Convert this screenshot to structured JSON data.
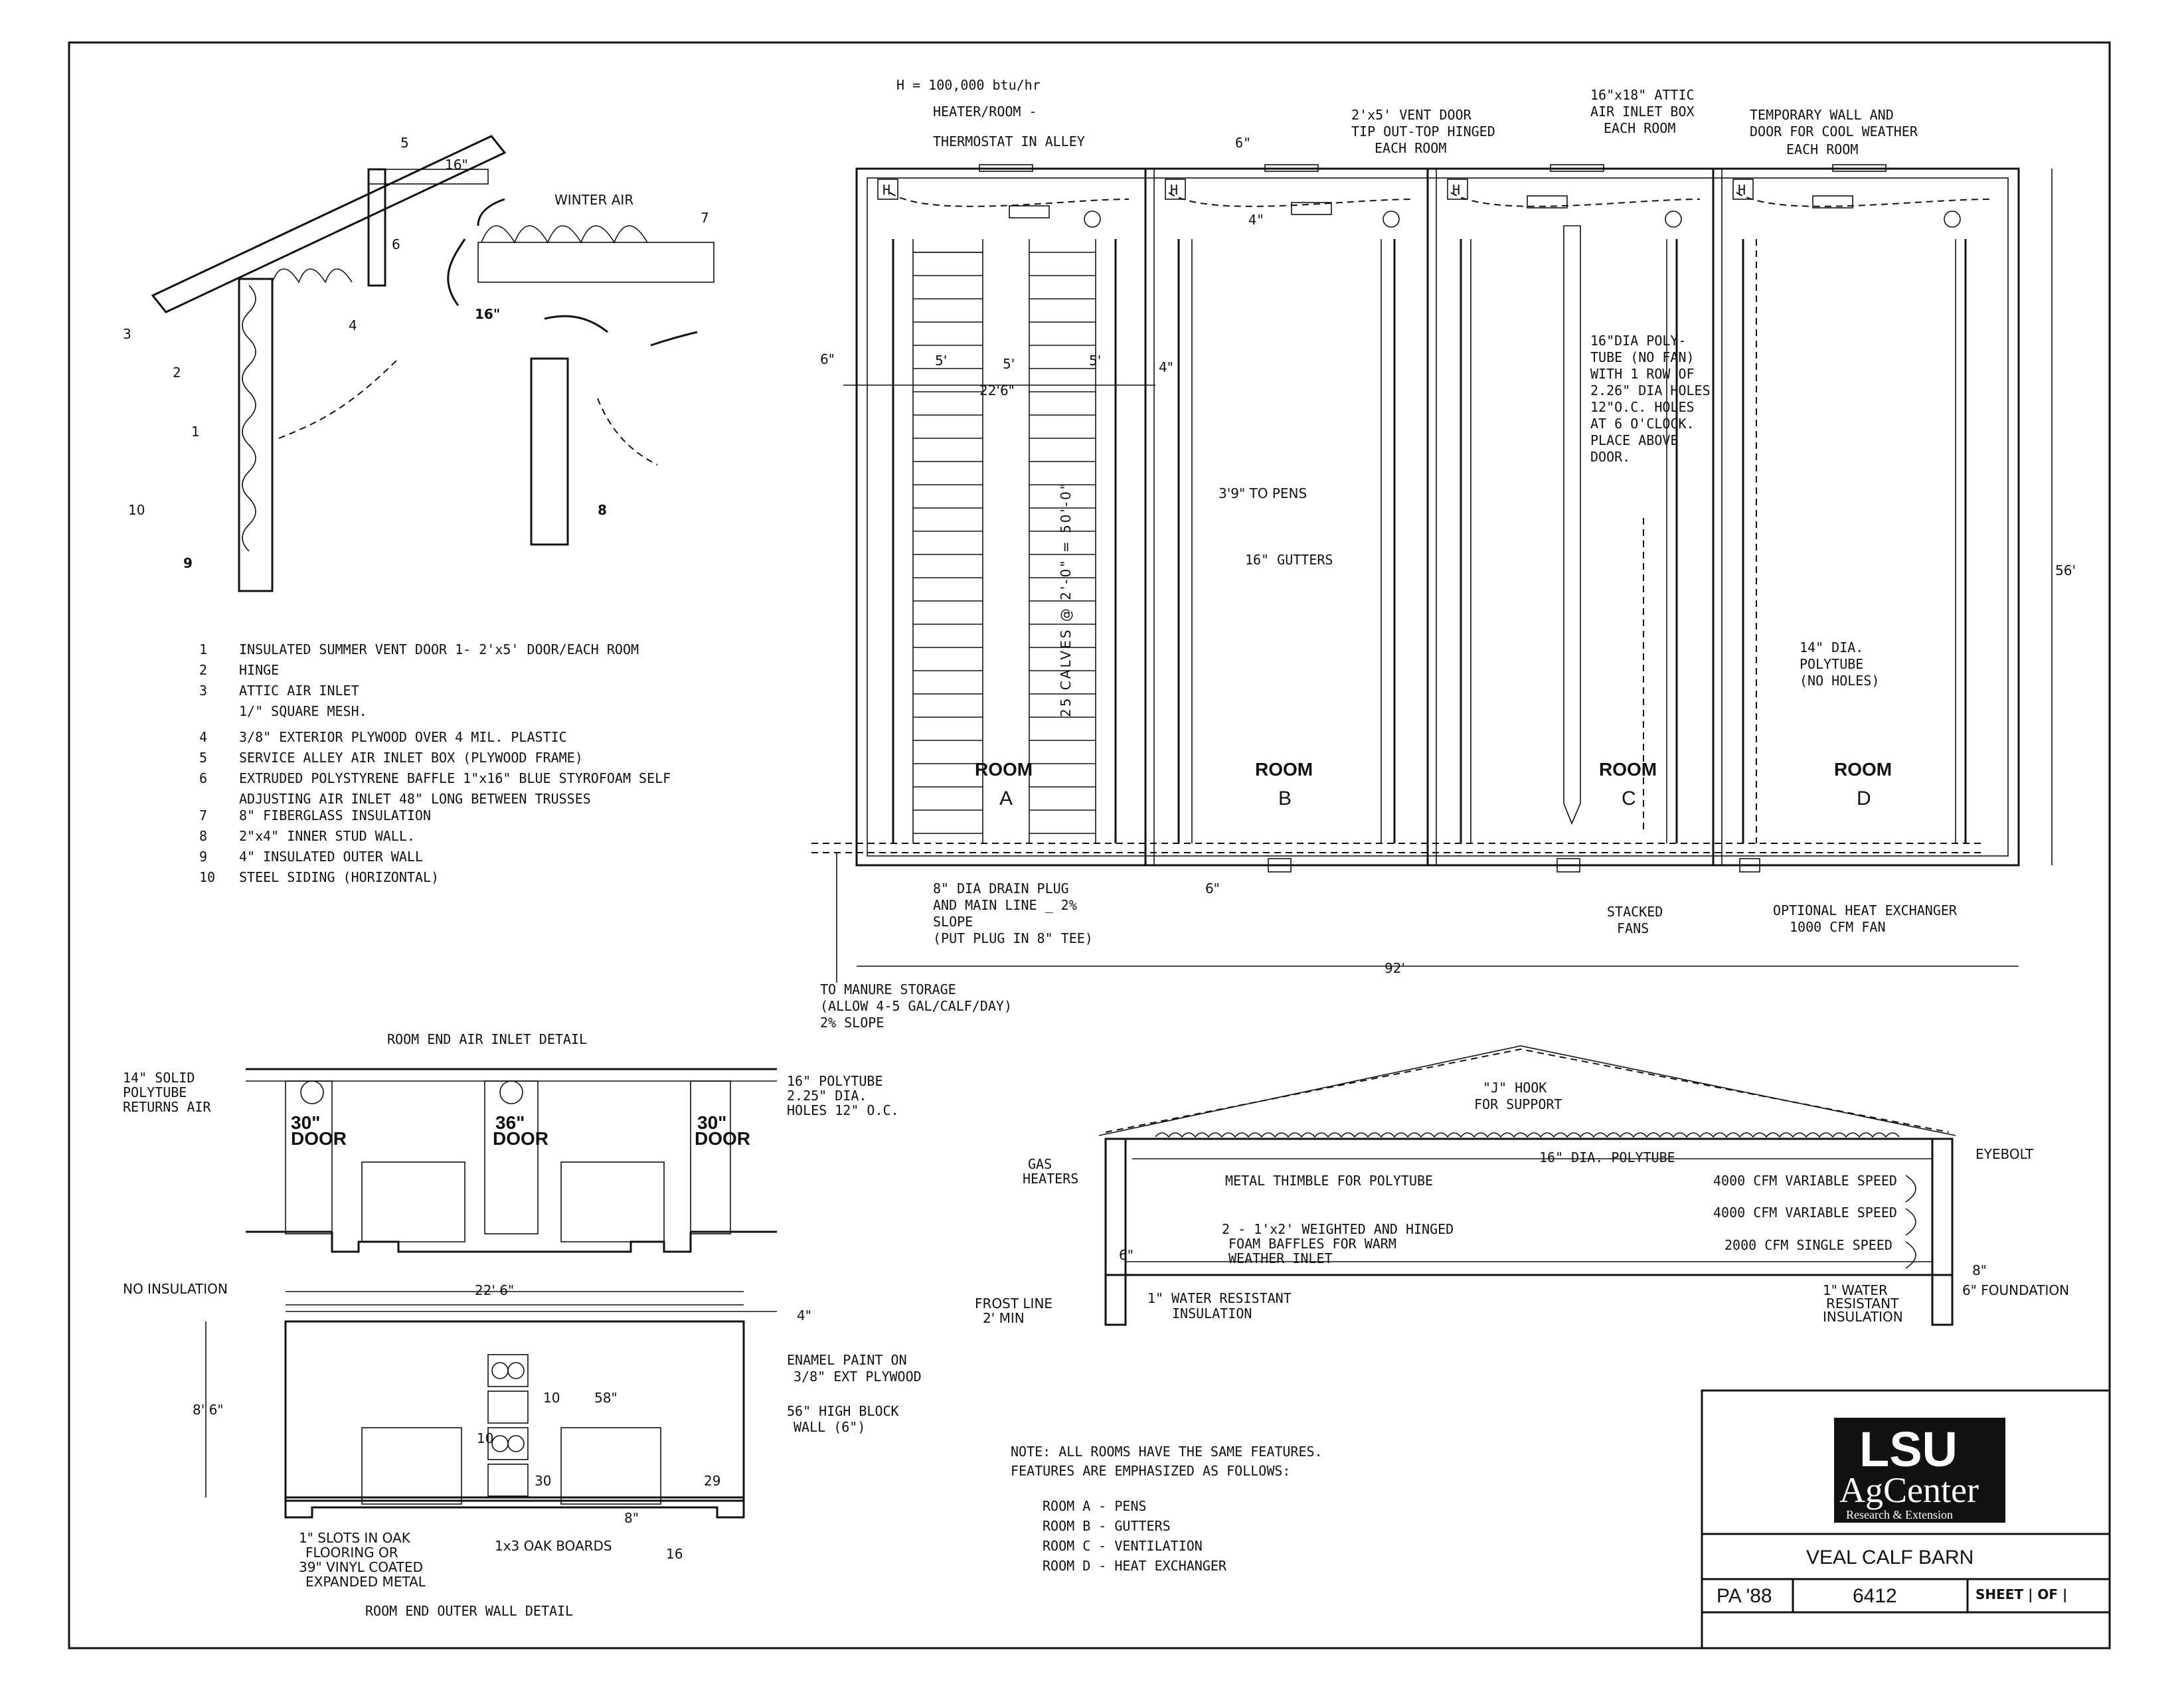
{
  "page": {
    "title": "VEAL CALF BARN",
    "code": "PA '88",
    "number": "6412",
    "sheet": "SHEET | OF |",
    "logo": {
      "line1": "LSU",
      "line2": "AgCenter",
      "line3": "Research & Extension"
    }
  },
  "plan": {
    "header_notes": [
      "H = 100,000 btu/hr",
      "HEATER/ROOM -",
      "THERMOSTAT IN ALLEY"
    ],
    "vent_door_note": [
      "2'x5' VENT DOOR",
      "TIP OUT-TOP HINGED",
      "EACH ROOM"
    ],
    "attic_box_note": [
      "16\"x18\" ATTIC",
      "AIR INLET BOX",
      "EACH ROOM"
    ],
    "temp_wall_note": [
      "TEMPORARY WALL AND",
      "DOOR FOR COOL WEATHER",
      "EACH ROOM"
    ],
    "rooms": [
      {
        "label": "ROOM",
        "letter": "A"
      },
      {
        "label": "ROOM",
        "letter": "B"
      },
      {
        "label": "ROOM",
        "letter": "C"
      },
      {
        "label": "ROOM",
        "letter": "D"
      }
    ],
    "dim_6_top": "6\"",
    "dim_4_top": "4\"",
    "dim_6_left": "6\"",
    "dim_4_right": "4\"",
    "dim_5a": "5'",
    "dim_5b": "5'",
    "dim_5c": "5'",
    "dim_22_6": "22'6\"",
    "calves_note": "25 CALVES @ 2'-0\" = 50'-0\"",
    "pens_note": "3'9\" TO PENS",
    "gutters_note": "16\" GUTTERS",
    "polytube_note": [
      "16\"DIA POLY-",
      "TUBE (NO FAN)",
      "WITH 1 ROW OF",
      "2.26\" DIA HOLES",
      "12\"O.C. HOLES",
      "AT 6 O'CLOCK.",
      "PLACE ABOVE",
      "DOOR."
    ],
    "dia14_note": [
      "14\" DIA.",
      "POLYTUBE",
      "(NO HOLES)"
    ],
    "dim_56": "56'",
    "dim_6_bottom": "6\"",
    "dim_92": "92'",
    "drain_note": [
      "8\" DIA DRAIN PLUG",
      "AND MAIN LINE _ 2%",
      "SLOPE",
      "(PUT PLUG IN 8\" TEE)"
    ],
    "fans_note": [
      "STACKED",
      "FANS"
    ],
    "exchanger_note": [
      "OPTIONAL HEAT EXCHANGER",
      "1000 CFM FAN"
    ],
    "manure_note": [
      "TO MANURE STORAGE",
      "(ALLOW 4-5 GAL/CALF/DAY)",
      "2% SLOPE"
    ]
  },
  "detail": {
    "num_labels": [
      "5",
      "16\"",
      "WINTER AIR",
      "7",
      "6",
      "3",
      "4",
      "16\"",
      "2",
      "1",
      "10",
      "8",
      "9"
    ]
  },
  "legend": [
    {
      "n": "1",
      "text": "INSULATED SUMMER VENT DOOR 1- 2'x5' DOOR/EACH ROOM"
    },
    {
      "n": "2",
      "text": "HINGE"
    },
    {
      "n": "3",
      "text": "ATTIC AIR INLET"
    },
    {
      "n": "",
      "text": "1/\" SQUARE MESH."
    },
    {
      "n": "4",
      "text": "3/8\" EXTERIOR PLYWOOD OVER 4 MIL. PLASTIC"
    },
    {
      "n": "5",
      "text": "SERVICE ALLEY AIR INLET BOX (PLYWOOD FRAME)"
    },
    {
      "n": "6",
      "text": "EXTRUDED POLYSTYRENE BAFFLE 1\"x16\" BLUE STYROFOAM SELF"
    },
    {
      "n": "",
      "text": "ADJUSTING AIR INLET 48\" LONG BETWEEN TRUSSES"
    },
    {
      "n": "7",
      "text": "8\" FIBERGLASS INSULATION"
    },
    {
      "n": "8",
      "text": "2\"x4\" INNER STUD WALL."
    },
    {
      "n": "9",
      "text": "4\" INSULATED OUTER WALL"
    },
    {
      "n": "10",
      "text": "STEEL SIDING (HORIZONTAL)"
    }
  ],
  "inlet_detail": {
    "title": "ROOM END AIR INLET DETAIL",
    "left_note": [
      "14\" SOLID",
      "POLYTUBE",
      "RETURNS AIR"
    ],
    "right_note": [
      "16\" POLYTUBE",
      "2.25\" DIA.",
      "HOLES 12\" O.C."
    ],
    "doors": [
      {
        "size": "30\"",
        "label": "DOOR"
      },
      {
        "size": "36\"",
        "label": "DOOR"
      },
      {
        "size": "30\"",
        "label": "DOOR"
      }
    ]
  },
  "wall_detail": {
    "title": "ROOM END OUTER WALL DETAIL",
    "no_insulation": "NO INSULATION",
    "width": "22' 6\"",
    "height": "8' 6\"",
    "dim_4": "4\"",
    "paint_note": [
      "ENAMEL PAINT ON",
      "3/8\" EXT PLYWOOD"
    ],
    "block_note": [
      "56\" HIGH BLOCK",
      "WALL (6\")"
    ],
    "dim_10a": "10",
    "dim_58": "58\"",
    "dim_10b": "10",
    "dim_30": "30",
    "dim_29": "29",
    "dim_8": "8\"",
    "dim_16": "16",
    "slots_note": [
      "1\" SLOTS IN OAK",
      "FLOORING OR",
      "39\" VINYL COATED",
      "EXPANDED METAL"
    ],
    "boards_note": "1x3 OAK BOARDS"
  },
  "section": {
    "hook_note": [
      "\"J\" HOOK",
      "FOR SUPPORT"
    ],
    "tube_note": "16\" DIA. POLYTUBE",
    "eyebolt": "EYEBOLT",
    "gas_note": [
      "GAS",
      "HEATERS"
    ],
    "thimble_note": "METAL THIMBLE FOR POLYTUBE",
    "fan1": "4000 CFM VARIABLE SPEED",
    "fan2": "4000 CFM VARIABLE SPEED",
    "fan3": "2000 CFM SINGLE SPEED",
    "baffle_note": [
      "2 - 1'x2' WEIGHTED AND HINGED",
      "FOAM BAFFLES FOR WARM",
      "WEATHER INLET"
    ],
    "dim_6": "6\"",
    "dim_8": "8\"",
    "frost_note": [
      "FROST LINE",
      "2' MIN"
    ],
    "insul_left": [
      "1\" WATER RESISTANT",
      "INSULATION"
    ],
    "insul_right": [
      "1\" WATER",
      "RESISTANT",
      "INSULATION"
    ],
    "foundation": "6\" FOUNDATION"
  },
  "notes": {
    "lines": [
      "NOTE:  ALL ROOMS HAVE THE SAME FEATURES.",
      "FEATURES ARE EMPHASIZED AS FOLLOWS:"
    ],
    "items": [
      "ROOM A - PENS",
      "ROOM B - GUTTERS",
      "ROOM C - VENTILATION",
      "ROOM D - HEAT EXCHANGER"
    ]
  }
}
